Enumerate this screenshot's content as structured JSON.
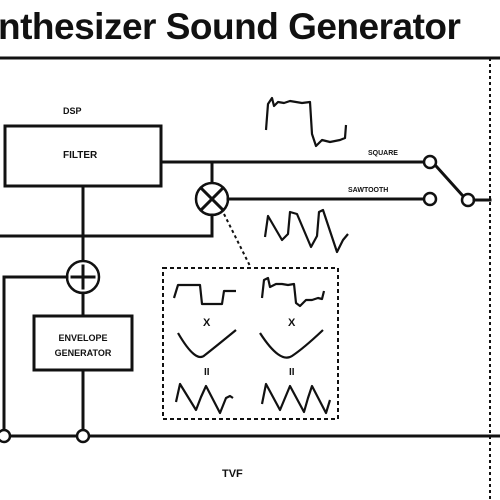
{
  "title": "nthesizer Sound Generator",
  "labels": {
    "dsp": "DSP",
    "filter": "FILTER",
    "square": "SQUARE",
    "sawtooth": "SAWTOOTH",
    "envelope_line1": "ENVELOPE",
    "envelope_line2": "GENERATOR",
    "tvf": "TVF",
    "mult_left": "X",
    "mult_right": "X",
    "eq_left": "II",
    "eq_right": "II"
  }
}
